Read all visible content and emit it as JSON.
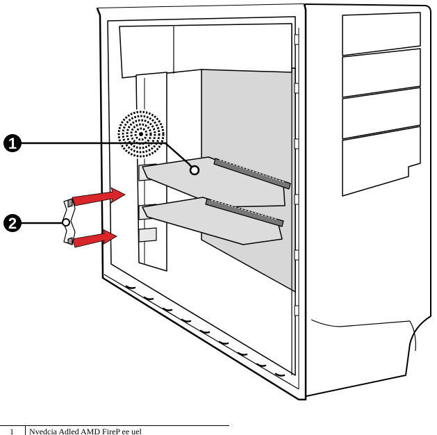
{
  "callouts": [
    {
      "number": "1",
      "label": ""
    },
    {
      "number": "2",
      "label": ""
    }
  ],
  "legend": {
    "rows": [
      {
        "number": "1",
        "description": "Nvedcia Adled AMD FireP ee uel"
      }
    ]
  },
  "colors": {
    "outline": "#000000",
    "panel_gray": "#d7d7d7",
    "card_gray": "#dcdcdc",
    "arrow_red": "#d9262b",
    "callout_fill": "#000000"
  },
  "icons": {
    "callout_1": "numbered-circle-icon",
    "callout_2": "numbered-circle-icon",
    "arrows": "red-insert-arrow-icon",
    "fan": "vent-grille-icon"
  }
}
